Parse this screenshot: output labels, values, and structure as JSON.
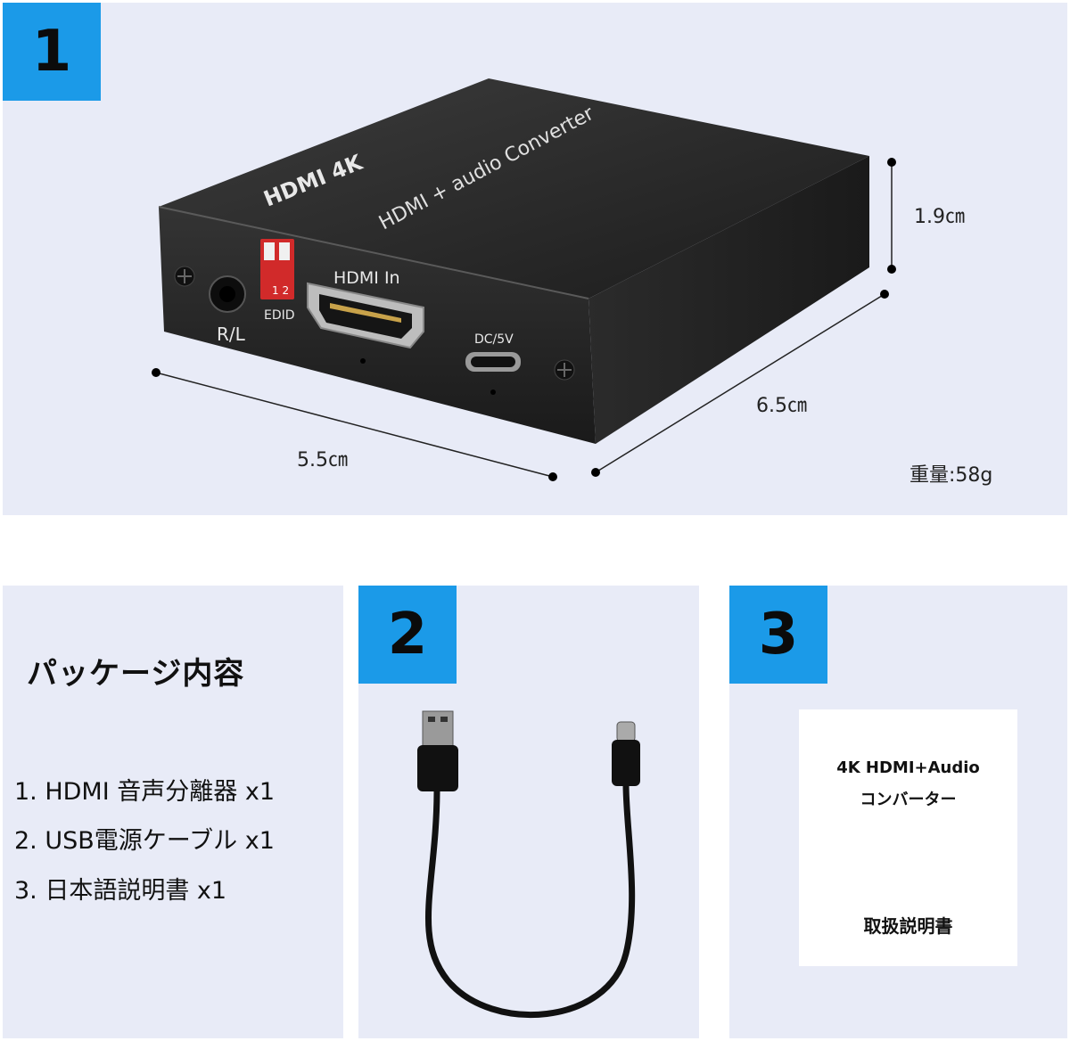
{
  "badges": {
    "one": "1",
    "two": "2",
    "three": "3"
  },
  "device": {
    "logo": "HDMI 4K",
    "top_text": "HDMI + audio Converter",
    "port_label_audio": "R/L",
    "switch_label": "EDID",
    "switch_numbers": "1 2",
    "port_label_hdmi": "HDMI In",
    "port_label_power": "DC/5V"
  },
  "dimensions": {
    "height": "1.9㎝",
    "depth": "6.5㎝",
    "width": "5.5㎝",
    "weight": "重量:58g"
  },
  "package": {
    "title": "パッケージ内容",
    "items": [
      "1. HDMI 音声分離器 x1",
      "2. USB電源ケーブル x1",
      "3. 日本語説明書 x1"
    ]
  },
  "manual": {
    "line1": "4K HDMI+Audio",
    "line2": "コンバーター",
    "line3": "取扱説明書"
  },
  "colors": {
    "badge": "#1b9ae8",
    "panel": "#e8ebf7",
    "device": "#2a2a2a"
  }
}
